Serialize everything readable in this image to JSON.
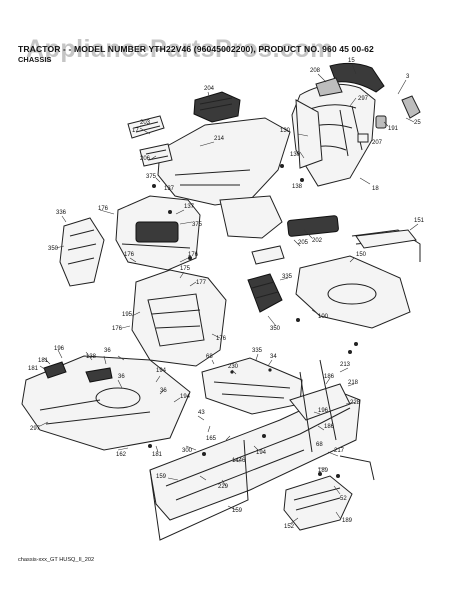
{
  "header": {
    "title": "TRACTOR - - MODEL NUMBER YTH22V46 (96045002200), PRODUCT NO. 960 45 00-62",
    "subtitle": "CHASSIS"
  },
  "watermark": "AppliancePartsPros.com",
  "footer": "chassis-xxx_GT HUSQ_II_202",
  "callouts": [
    "15",
    "208",
    "3",
    "297",
    "204",
    "203",
    "17",
    "130",
    "25",
    "191",
    "207",
    "214",
    "206",
    "130",
    "375",
    "137",
    "138",
    "18",
    "336",
    "176",
    "137",
    "375",
    "202",
    "151",
    "176",
    "350",
    "150",
    "205",
    "176",
    "175",
    "177",
    "335",
    "195",
    "100",
    "176",
    "350",
    "176",
    "196",
    "181",
    "36",
    "138",
    "68",
    "335",
    "34",
    "213",
    "181",
    "194",
    "36",
    "230",
    "186",
    "218",
    "36",
    "194",
    "228",
    "297",
    "196",
    "186",
    "43",
    "165",
    "300",
    "194",
    "68",
    "162",
    "181",
    "217",
    "189",
    "52",
    "1446",
    "159",
    "229",
    "159",
    "152",
    "189"
  ]
}
